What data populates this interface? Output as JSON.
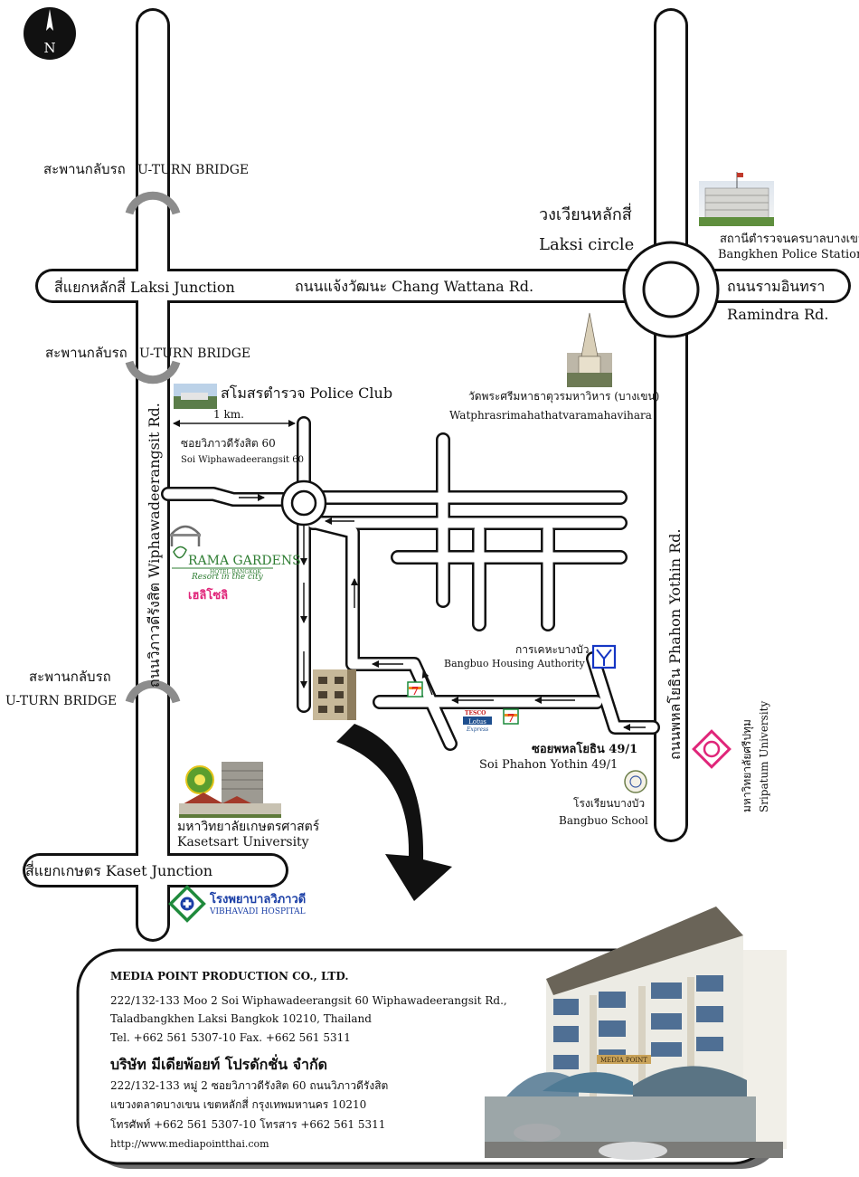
{
  "compass": {
    "letter": "N"
  },
  "labels": {
    "uturn_top_th": "สะพานกลับรถ",
    "uturn_top_en": "U-TURN BRIDGE",
    "uturn_mid_th": "สะพานกลับรถ",
    "uturn_mid_en": "U-TURN BRIDGE",
    "uturn_low_th": "สะพานกลับรถ",
    "uturn_low_en": "U-TURN BRIDGE",
    "laksi_circle_th": "วงเวียนหลักสี่",
    "laksi_circle_en": "Laksi circle",
    "police_station_th": "สถานีตำรวจนครบาลบางเขน",
    "police_station_en": "Bangkhen Police Station",
    "laksi_junction": "สี่แยกหลักสี่  Laksi Junction",
    "chang_wattana": "ถนนแจ้งวัฒนะ Chang Wattana Rd.",
    "ramindra_th": "ถนนรามอินทรา",
    "ramindra_en": "Ramindra Rd.",
    "police_club": "สโมสรตำรวจ Police Club",
    "distance": "1 km.",
    "soi60_th": "ซอยวิภาวดีรังสิต 60",
    "soi60_en": "Soi Wiphawadeerangsit 60",
    "temple_th": "วัดพระศรีมหาธาตุวรมหาวิหาร (บางเขน)",
    "temple_en": "Watphrasrimahathatvaramahavihara",
    "wiphawadee_road": "ถนนวิภาวดีรังสิต   Wiphawadeerangsit Rd.",
    "phahon_road": "ถนนพหลโยธิน    Phahon Yothin Rd.",
    "rama_gardens": "RAMA GARDENS",
    "rama_sub": "HOTEL BANGKOK",
    "rama_slogan": "Resort in the city",
    "rama_thai": "เฮลิโซลิ",
    "housing_th": "การเคหะบางบัว",
    "housing_en": "Bangbuo Housing Authority",
    "seven_eleven": "7",
    "lotus_top": "TESCO",
    "lotus_mid": "Lotus",
    "lotus_bottom": "Express",
    "soi49_th": "ซอยพหลโยธิน 49/1",
    "soi49_en": "Soi Phahon Yothin 49/1",
    "school_th": "โรงเรียนบางบัว",
    "school_en": "Bangbuo School",
    "sripatum_th": "มหาวิทยาลัยศรีปทุม",
    "sripatum_en": "Sripatum University",
    "kasetsart_th": "มหาวิทยาลัยเกษตรศาสตร์",
    "kasetsart_en": "Kasetsart University",
    "kaset_junction": "สี่แยกเกษตร  Kaset Junction",
    "hospital_th": "โรงพยาบาลวิภาวดี",
    "hospital_en": "VIBHAVADI HOSPITAL"
  },
  "company": {
    "name_en": "MEDIA POINT PRODUCTION CO., LTD.",
    "addr_en_1": "222/132-133 Moo 2 Soi Wiphawadeerangsit 60 Wiphawadeerangsit Rd.,",
    "addr_en_2": "Taladbangkhen Laksi Bangkok 10210, Thailand",
    "tel_en": "Tel.  +662 561 5307-10   Fax.  +662 561 5311",
    "name_th": "บริษัท มีเดียพ้อยท์ โปรดักชั่น จำกัด",
    "addr_th_1": "222/132-133 หมู่ 2 ซอยวิภาวดีรังสิต 60 ถนนวิภาวดีรังสิต",
    "addr_th_2": "แขวงตลาดบางเขน  เขตหลักสี่ กรุงเทพมหานคร 10210",
    "tel_th": "โทรศัพท์ +662 561 5307-10  โทรสาร +662 561 5311",
    "website": "http://www.mediapointthai.com",
    "building_sign": "MEDIA POINT"
  },
  "colors": {
    "road_outline": "#111111",
    "road_fill": "#ffffff",
    "bridge": "#8c8c8c",
    "hotel_green": "#2e7d32",
    "hotel_pink": "#e0267a",
    "housing_blue": "#1536c4",
    "seven_green": "#1b8a3a",
    "seven_red": "#e01e26",
    "sripatum_pink": "#e0267a",
    "hospital_green": "#1f8a3c",
    "hospital_blue": "#1b3fa6",
    "box_shadow": "#6e6e6e"
  }
}
